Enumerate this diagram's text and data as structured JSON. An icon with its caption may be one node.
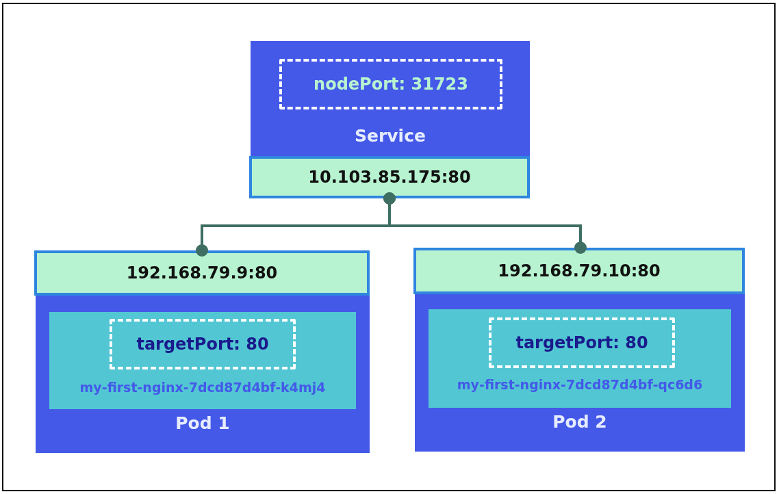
{
  "diagram": {
    "nodes": [
      {
        "text": [
          "Service"
        ]
      },
      {
        "text": [
          "nodePort: 31723"
        ],
        "in": 0
      },
      {
        "text": [
          "10.103.85.175:80"
        ]
      },
      {
        "text": [
          "192.168.79.9:80"
        ]
      },
      {
        "text": [
          "Pod 1"
        ]
      },
      {
        "text": [
          "my-first-nginx-7dcd87d4bf-k4mj4"
        ],
        "in": 4
      },
      {
        "text": [
          "targetPort: 80"
        ],
        "in": 5
      },
      {
        "text": [
          "192.168.79.10:80"
        ]
      },
      {
        "text": [
          "Pod 2"
        ]
      },
      {
        "text": [
          "my-first-nginx-7dcd87d4bf-qc6d6"
        ],
        "in": 8
      },
      {
        "text": [
          "targetPort: 80"
        ],
        "in": 9
      }
    ],
    "edges": [
      {
        "from": 2,
        "to": 3,
        "arrow": "other"
      },
      {
        "from": 2,
        "to": 7,
        "arrow": "other"
      }
    ]
  }
}
